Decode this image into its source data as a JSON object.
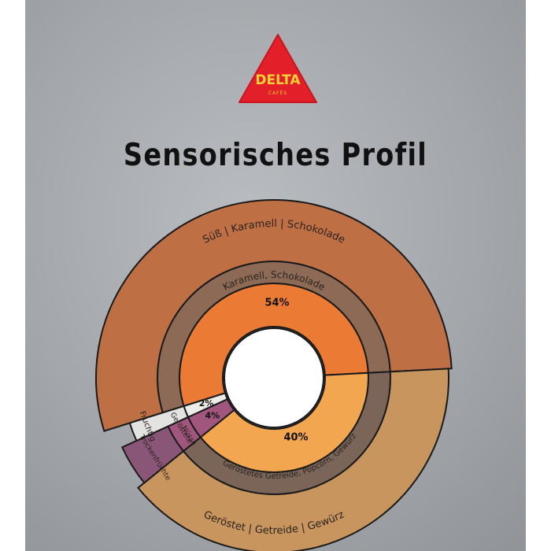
{
  "brand": {
    "name": "DELTA",
    "sub": "CAFÉS",
    "colors": {
      "red": "#e3202a",
      "yellow": "#f2d233"
    }
  },
  "title": "Sensorisches Profil",
  "chart_data": {
    "type": "sunburst",
    "title": "Sensorisches Profil",
    "rings": [
      "percentage",
      "aroma",
      "category"
    ],
    "segments": [
      {
        "category": "Süß | Karamell | Schokolade",
        "aroma": "Karamell, Schokolade",
        "value": 54,
        "label": "54%",
        "colors": {
          "inner": "#eb7a34",
          "middle": "#8d6a55",
          "outer": "#bf6f44"
        }
      },
      {
        "category": "Geröstet | Getreide | Gewürz",
        "aroma": "Geröstetes Getreide, Popcorn, Gewürz",
        "value": 40,
        "label": "40%",
        "colors": {
          "inner": "#f3a650",
          "middle": "#7a6558",
          "outer": "#c9955e"
        }
      },
      {
        "category": "Trockenfrüchte",
        "aroma": "Geröstete Nüsse",
        "value": 4,
        "label": "4%",
        "colors": {
          "inner": "#a1577d",
          "middle": "#a1577d",
          "outer": "#8a5678"
        }
      },
      {
        "category": "Fruchtig",
        "aroma": "",
        "value": 2,
        "label": "2%",
        "colors": {
          "inner": "#ecebe8",
          "middle": "#e3e3e1",
          "outer": "#e3e3e1"
        }
      }
    ]
  }
}
